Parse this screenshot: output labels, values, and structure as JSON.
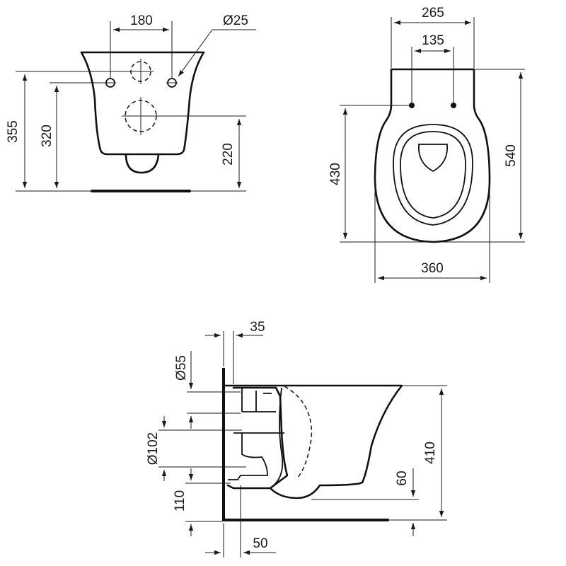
{
  "views": {
    "rear": {
      "width_180": "180",
      "dia_25": "Ø25",
      "height_355": "355",
      "height_320": "320",
      "height_220": "220"
    },
    "top": {
      "width_265": "265",
      "width_135": "135",
      "length_430": "430",
      "length_540": "540",
      "width_360": "360"
    },
    "side": {
      "depth_35": "35",
      "dia_55": "Ø55",
      "dia_102": "Ø102",
      "height_110": "110",
      "height_60": "60",
      "height_410": "410",
      "offset_50": "50"
    }
  }
}
